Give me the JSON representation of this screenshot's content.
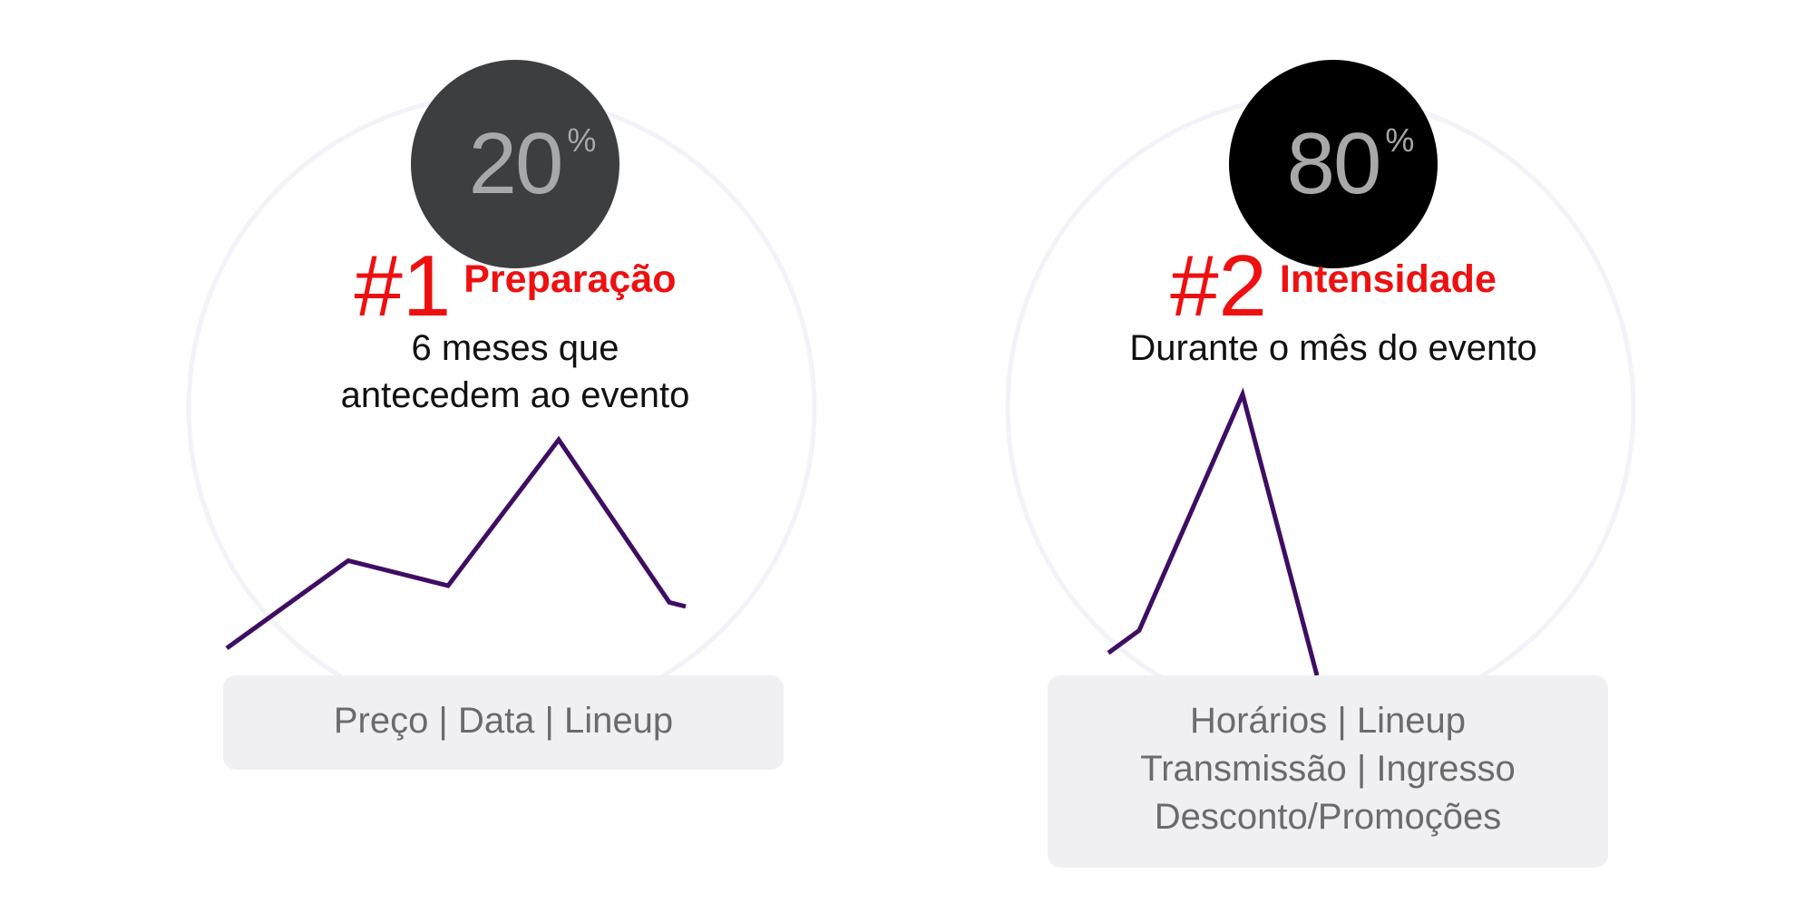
{
  "left": {
    "percent": "20",
    "percent_sign": "%",
    "number": "#1",
    "title": "Preparação",
    "description": [
      "6 meses que",
      "antecedem ao evento"
    ],
    "tags": [
      "Preço | Data | Lineup"
    ],
    "trend": [
      0.0,
      0.42,
      0.3,
      1.0,
      0.22,
      0.2
    ]
  },
  "right": {
    "percent": "80",
    "percent_sign": "%",
    "number": "#2",
    "title": "Intensidade",
    "description": [
      "Durante o mês do evento"
    ],
    "tags": [
      "Horários | Lineup",
      "Transmissão | Ingresso",
      "Desconto/Promoções"
    ],
    "trend": [
      0.08,
      0.16,
      1.0,
      0.0
    ]
  },
  "colors": {
    "accent": "#ee1010",
    "trend_line": "#3f0d63",
    "badge_left": "#3c3e40",
    "badge_right": "#000000",
    "tag_bg": "#f0f0f2"
  }
}
